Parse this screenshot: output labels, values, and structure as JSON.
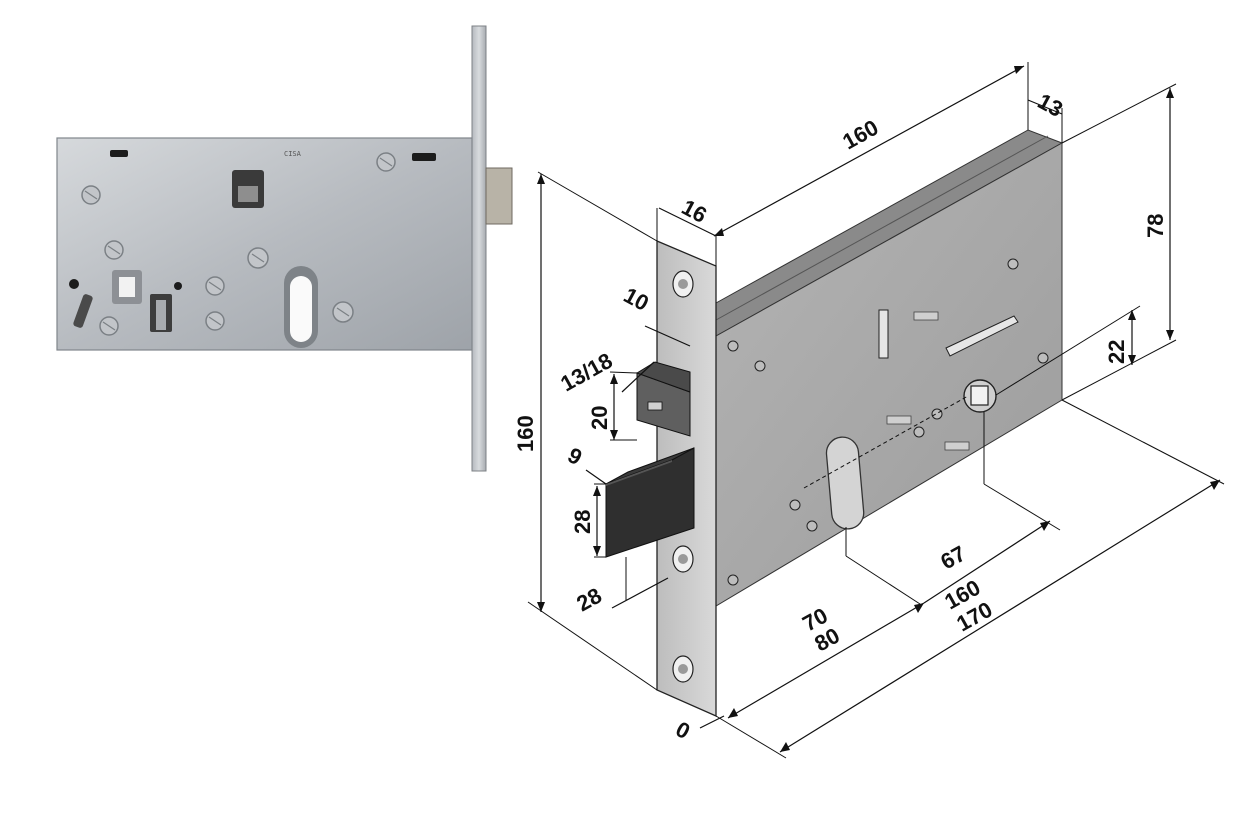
{
  "photo": {
    "stamp_text": "CISA"
  },
  "drawing": {
    "dimensions": {
      "case_length": "160",
      "case_thickness": "13",
      "faceplate_width": "16",
      "case_height": "78",
      "faceplate_height": "160",
      "latch_projection": "10",
      "latch_size": "13/18",
      "latch_height": "20",
      "bolt_projection": "9",
      "bolt_height": "28",
      "bolt_width": "28",
      "spindle_offset": "22",
      "cylinder_center_distance": "67",
      "backset_70": "70",
      "backset_80": "80",
      "length_160": "160",
      "length_170": "170",
      "origin": "0"
    }
  },
  "colors": {
    "steel_light": "#c9ccd0",
    "steel_mid": "#aeb2b7",
    "steel_dark": "#8c9096",
    "case_gray": "#a9a9a9",
    "bolt_black": "#2b2b2b",
    "line": "#111111"
  }
}
